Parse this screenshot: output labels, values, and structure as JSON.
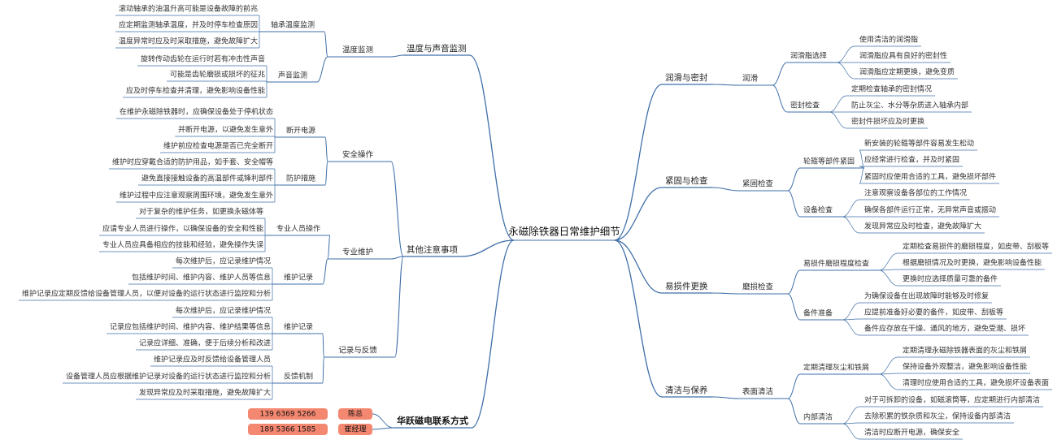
{
  "root": "永磁除铁器日常维护细节",
  "colors": {
    "line": "#3f6fa8",
    "pill": "#f4876f",
    "background": "#ffffff"
  },
  "left": [
    {
      "label": "温度与声音监测",
      "children": [
        {
          "label": "温度监测",
          "children": [
            {
              "label": "轴承温度监测",
              "children": [
                "滚动轴承的油温升高可能是设备故障的前兆",
                "应定期监测轴承温度，并及时停车检查原因",
                "温度异常时应及时采取措施，避免故障扩大"
              ]
            },
            {
              "label": "声音监测",
              "children": [
                "旋转传动齿轮在运行时若有冲击性声音",
                "可能是齿轮磨损或损坏的征兆",
                "应及时停车检查并清理，避免影响设备性能"
              ]
            }
          ]
        }
      ]
    },
    {
      "label": "其他注意事项",
      "children": [
        {
          "label": "安全操作",
          "children": [
            {
              "label": "断开电源",
              "children": [
                "在维护永磁除铁器时，应确保设备处于停机状态",
                "并断开电源，以避免发生意外",
                "维护前应检查电源是否已完全断开"
              ]
            },
            {
              "label": "防护措施",
              "children": [
                "维护时应穿戴合适的防护用品，如手套、安全帽等",
                "避免直接接触设备的高温部件或锋利部件",
                "维护过程中应注意观察周围环境，避免发生意外"
              ]
            }
          ]
        },
        {
          "label": "专业维护",
          "children": [
            {
              "label": "专业人员操作",
              "children": [
                "对于复杂的维护任务，如更换永磁体等",
                "应请专业人员进行操作，以确保设备的安全和性能",
                "专业人员应具备相应的技能和经验，避免操作失误"
              ]
            },
            {
              "label": "维护记录",
              "children": [
                "每次维护后，应记录维护情况",
                "包括维护时间、维护内容、维护人员等信息",
                "维护记录应定期反馈给设备管理人员，以便对设备的运行状态进行监控和分析"
              ]
            }
          ]
        },
        {
          "label": "记录与反馈",
          "children": [
            {
              "label": "维护记录",
              "children": [
                "每次维护后，应记录维护情况",
                "记录应包括维护时间、维护内容、维护结果等信息",
                "记录应详细、准确，便于后续分析和改进"
              ]
            },
            {
              "label": "反馈机制",
              "children": [
                "维护记录应及时反馈给设备管理人员",
                "设备管理人员应根据维护记录对设备的运行状态进行监控和分析",
                "发现异常应及时采取措施，避免故障扩大"
              ]
            }
          ]
        }
      ]
    },
    {
      "label": "华跃磁电联系方式",
      "children": [
        {
          "name": "陈总",
          "phone": "139 6369 5266"
        },
        {
          "name": "崔经理",
          "phone": "189 5366 1585"
        }
      ]
    }
  ],
  "right": [
    {
      "label": "润滑与密封",
      "children": [
        {
          "label": "润滑",
          "children": [
            {
              "label": "润滑脂选择",
              "children": [
                "使用清洁的润滑脂",
                "润滑脂应具有良好的密封性",
                "润滑脂应定期更换，避免变质"
              ]
            },
            {
              "label": "密封检查",
              "children": [
                "定期检查轴承的密封情况",
                "防止灰尘、水分等杂质进入轴承内部",
                "密封件损坏应及时更换"
              ]
            }
          ]
        }
      ]
    },
    {
      "label": "紧固与检查",
      "children": [
        {
          "label": "紧固检查",
          "children": [
            {
              "label": "轮箍等部件紧固",
              "children": [
                "新安装的轮箍等部件容易发生松动",
                "应经常进行检查，并及时紧固",
                "紧固时应使用合适的工具，避免损坏部件"
              ]
            },
            {
              "label": "设备检查",
              "children": [
                "注意观察设备各部位的工作情况",
                "确保各部件运行正常，无异常声音或振动",
                "发现异常应及时检查，避免故障扩大"
              ]
            }
          ]
        }
      ]
    },
    {
      "label": "易损件更换",
      "children": [
        {
          "label": "磨损检查",
          "children": [
            {
              "label": "易损件磨损程度检查",
              "children": [
                "定期检查易损件的磨损程度，如皮带、刮板等",
                "根据磨损情况及时更换，避免影响设备性能",
                "更换时应选择质量可靠的备件"
              ]
            },
            {
              "label": "备件准备",
              "children": [
                "为确保设备在出现故障时能够及时修复",
                "应提前准备好必要的备件，如皮带、刮板等",
                "备件应存放在干燥、通风的地方，避免受潮、损坏"
              ]
            }
          ]
        }
      ]
    },
    {
      "label": "清洁与保养",
      "children": [
        {
          "label": "表面清洁",
          "children": [
            {
              "label": "定期清理灰尘和铁屑",
              "children": [
                "定期清理永磁除铁器表面的灰尘和铁屑",
                "保持设备外观整洁，避免影响设备性能",
                "清理时应使用合适的工具，避免损坏设备表面"
              ]
            },
            {
              "label": "内部清洁",
              "children": [
                "对于可拆卸的设备，如磁滚筒等，应定期进行内部清洁",
                "去除积累的铁杂质和灰尘，保持设备内部清洁",
                "清洁时应断开电源，确保安全"
              ]
            }
          ]
        }
      ]
    }
  ]
}
